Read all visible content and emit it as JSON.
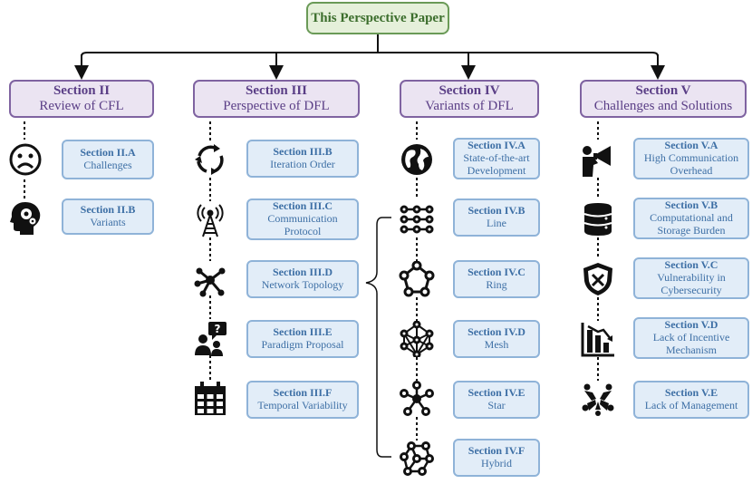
{
  "root": {
    "label": "This Perspective Paper"
  },
  "sections": [
    {
      "title": "Section II",
      "subtitle": "Review of CFL",
      "items": [
        {
          "title": "Section II.A",
          "desc": "Challenges",
          "icon": "sad-face-icon"
        },
        {
          "title": "Section II.B",
          "desc": "Variants",
          "icon": "gear-head-icon"
        }
      ]
    },
    {
      "title": "Section III",
      "subtitle": "Perspective of DFL",
      "items": [
        {
          "title": "Section III.B",
          "desc": "Iteration Order",
          "icon": "cycle-arrows-icon"
        },
        {
          "title": "Section III.C",
          "desc": "Communication Protocol",
          "icon": "antenna-tower-icon"
        },
        {
          "title": "Section III.D",
          "desc": "Network Topology",
          "icon": "network-hub-icon"
        },
        {
          "title": "Section III.E",
          "desc": "Paradigm Proposal",
          "icon": "people-question-icon"
        },
        {
          "title": "Section III.F",
          "desc": "Temporal Variability",
          "icon": "calendar-icon"
        }
      ]
    },
    {
      "title": "Section IV",
      "subtitle": "Variants of DFL",
      "items": [
        {
          "title": "Section IV.A",
          "desc": "State-of-the-art Development",
          "icon": "globe-icon"
        },
        {
          "title": "Section IV.B",
          "desc": "Line",
          "icon": "line-topology-icon"
        },
        {
          "title": "Section IV.C",
          "desc": "Ring",
          "icon": "ring-topology-icon"
        },
        {
          "title": "Section IV.D",
          "desc": "Mesh",
          "icon": "mesh-topology-icon"
        },
        {
          "title": "Section IV.E",
          "desc": "Star",
          "icon": "star-topology-icon"
        },
        {
          "title": "Section IV.F",
          "desc": "Hybrid",
          "icon": "hybrid-topology-icon"
        }
      ]
    },
    {
      "title": "Section V",
      "subtitle": "Challenges and Solutions",
      "items": [
        {
          "title": "Section V.A",
          "desc": "High Communication Overhead",
          "icon": "megaphone-person-icon"
        },
        {
          "title": "Section V.B",
          "desc": "Computational and Storage Burden",
          "icon": "database-icon"
        },
        {
          "title": "Section V.C",
          "desc": "Vulnerability in Cybersecurity",
          "icon": "shield-icon"
        },
        {
          "title": "Section V.D",
          "desc": "Lack of Incentive Mechanism",
          "icon": "declining-chart-icon"
        },
        {
          "title": "Section V.E",
          "desc": "Lack of Management",
          "icon": "scattered-people-icon"
        }
      ]
    }
  ],
  "colors": {
    "root_fill": "#e5f0da",
    "root_border": "#6a9a57",
    "section_fill": "#ebe4f2",
    "section_border": "#7f63a1",
    "item_fill": "#e2edf8",
    "item_border": "#8fb3d8"
  }
}
